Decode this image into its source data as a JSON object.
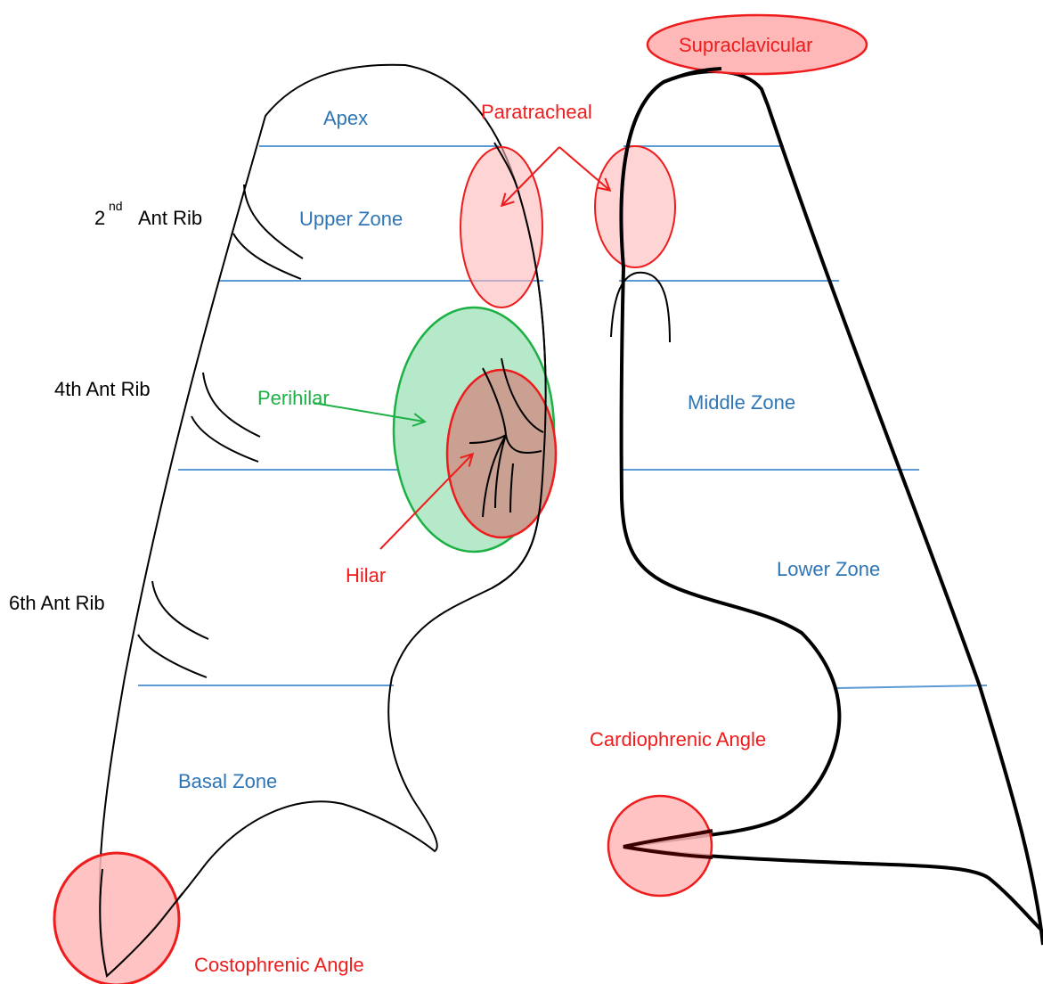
{
  "colors": {
    "outline": "#000000",
    "zone_line": "#5b9bd5",
    "zone_text": "#2e75b6",
    "red": "#ee1c1c",
    "red_fill": "#ffb8b8",
    "green": "#1db044",
    "green_fill": "#b6e9c9",
    "hilar_fill": "#c9a091"
  },
  "ribs": {
    "rib2_prefix": "2",
    "rib2_superscript": "nd",
    "rib2_suffix": "Ant Rib",
    "rib4": "4th Ant Rib",
    "rib6": "6th Ant Rib"
  },
  "zones": {
    "apex": "Apex",
    "upper": "Upper Zone",
    "middle": "Middle Zone",
    "lower": "Lower Zone",
    "basal": "Basal Zone"
  },
  "regions": {
    "supraclavicular": "Supraclavicular",
    "paratracheal": "Paratracheal",
    "perihilar": "Perihilar",
    "hilar": "Hilar",
    "cardiophrenic": "Cardiophrenic Angle",
    "costophrenic": "Costophrenic Angle"
  }
}
